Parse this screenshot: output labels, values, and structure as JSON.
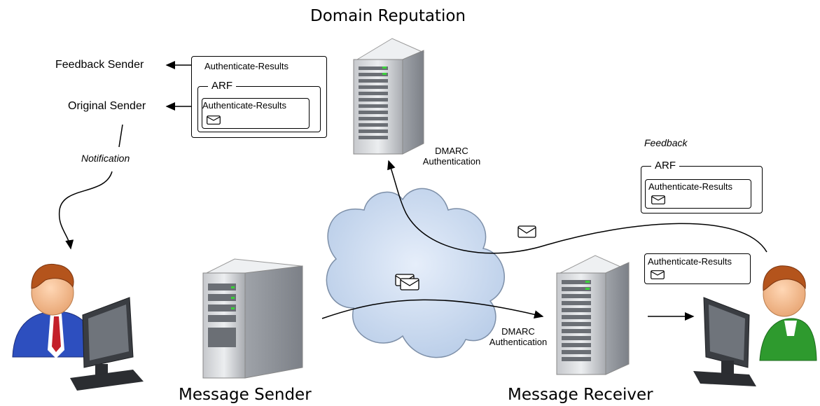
{
  "titles": {
    "domain_reputation": "Domain Reputation",
    "message_sender": "Message Sender",
    "message_receiver": "Message Receiver"
  },
  "left_labels": {
    "feedback_sender": "Feedback Sender",
    "original_sender": "Original Sender",
    "notification": "Notification"
  },
  "report_box": {
    "outer_title": "Authenticate-Results",
    "arf_label": "ARF",
    "inner_title": "Authenticate-Results"
  },
  "feedback_box": {
    "caption": "Feedback",
    "arf_label": "ARF",
    "inner_title": "Authenticate-Results"
  },
  "receiver_box": {
    "title": "Authenticate-Results"
  },
  "dmarc": {
    "reputation_line1": "DMARC",
    "reputation_line2": "Authentication",
    "receiver_line1": "DMARC",
    "receiver_line2": "Authentication"
  },
  "colors": {
    "cloud_fill": "#c9dcf2",
    "cloud_stroke": "#7d8fa8",
    "server_body": "#d9dadd",
    "sender_person_shirt": "#2d4fbf",
    "receiver_person_shirt": "#2e9a2e"
  },
  "icons": [
    "envelope-icon",
    "server-icon",
    "person-at-computer-icon",
    "cloud-icon"
  ]
}
